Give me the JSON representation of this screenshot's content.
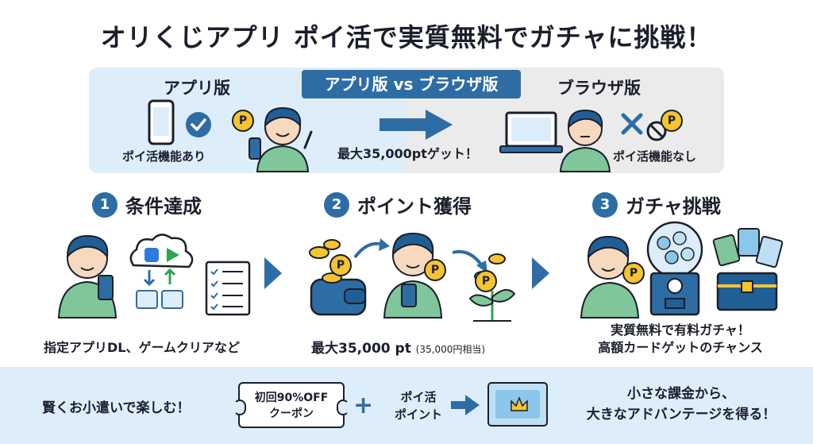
{
  "title": "オリくじアプリ ポイ活で実質無料でガチャに挑戦！",
  "compare": {
    "banner": "アプリ版 vs ブラウザ版",
    "app_title": "アプリ版",
    "app_note": "ポイ活機能あり",
    "browser_title": "ブラウザ版",
    "browser_note": "ポイ活機能なし",
    "arrow_note": "最大35,000ptゲット！"
  },
  "coin_label": "P",
  "steps": [
    {
      "num": "1",
      "title": "条件達成",
      "caption": "指定アプリDL、ゲームクリアなど"
    },
    {
      "num": "2",
      "title": "ポイント獲得",
      "caption": "最大35,000 pt",
      "caption_sub": "(35,000円相当)"
    },
    {
      "num": "3",
      "title": "ガチャ挑戦",
      "caption_line1": "実質無料で有料ガチャ！",
      "caption_line2": "高額カードゲットのチャンス"
    }
  ],
  "bottom": {
    "lead": "賢くお小遣いで楽しむ！",
    "coupon_line1": "初回90%OFF",
    "coupon_line2": "クーポン",
    "plus": "+",
    "points_line1": "ポイ活",
    "points_line2": "ポイント",
    "final_line1": "小さな課金から、",
    "final_line2": "大きなアドバンテージを得る！"
  },
  "colors": {
    "accent": "#2e6da4",
    "light_blue": "#ddeefa",
    "gray": "#ebebeb",
    "coin": "#f5c431",
    "shirt": "#7fc79b",
    "skin": "#f7d9bf",
    "hair": "#1f5f96"
  }
}
